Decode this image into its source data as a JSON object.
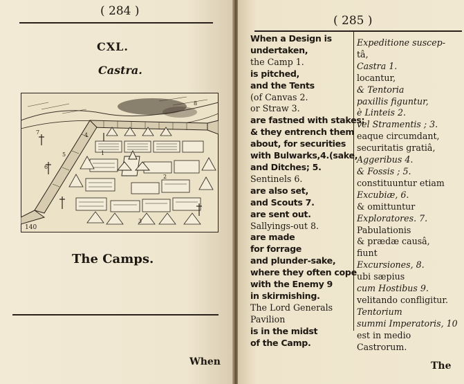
{
  "left_page": {
    "page_number": "( 284 )",
    "chapter": "CXL.",
    "section_title": "Castra.",
    "plate_number": "140",
    "plate_marks": [
      "1",
      "2",
      "3",
      "4",
      "5",
      "6",
      "7",
      "8"
    ],
    "caption": "The Camps.",
    "catchword": "When"
  },
  "right_page": {
    "page_number": "( 285 )",
    "english_lines": [
      "When a Design is",
      "undertaken,",
      "the Camp 1.",
      "is pitched,",
      "and the Tents",
      "(of Canvas 2.",
      "or Straw 3.",
      "are fastned with stakes;",
      "& they entrench them",
      "about, for securities",
      "with Bulwarks,4.(sake,",
      "and Ditches; 5.",
      "Sentinels 6.",
      "are also set,",
      "and Scouts 7.",
      "are sent out.",
      "Sallyings-out 8.",
      "are made",
      "for forrage",
      "and plunder-sake,",
      "where they often cope",
      "with the Enemy 9",
      "in skirmishing.",
      "The Lord Generals",
      "Pavilion",
      "is in the midst",
      "of the Camp."
    ],
    "latin_lines": [
      "Expeditione suscep-",
      "tâ,",
      "Castra 1.",
      "locantur,",
      "& Tentoria",
      "paxillis figuntur,",
      "è Linteis 2.",
      "vel Stramentis ; 3.",
      "eaque circumdant,",
      "securitatis gratiâ,",
      "Aggeribus 4.",
      "& Fossis ; 5.",
      "constituuntur etiam",
      "Excubiæ, 6.",
      "& omittuntur",
      "Exploratores. 7.",
      "Pabulationis",
      "& prædæ causâ,",
      "fiunt",
      "Excursiones, 8.",
      "ubi sæpius",
      "cum Hostibus 9.",
      "velitando confligitur.",
      "Tentorium",
      "summi Imperatoris, 10",
      "est in medio",
      "Castrorum."
    ],
    "catchword": "The"
  }
}
